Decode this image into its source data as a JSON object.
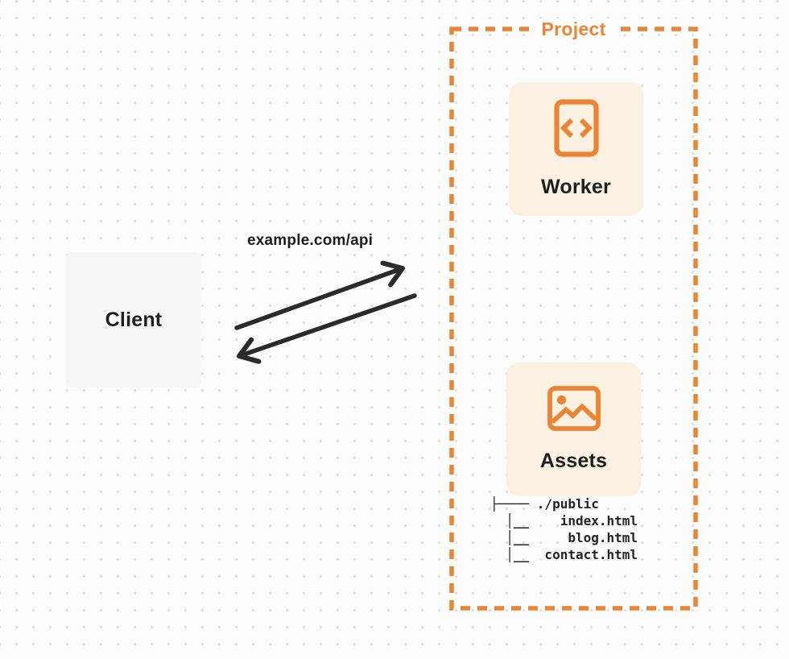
{
  "colors": {
    "accent": "#EB8433",
    "card-bg": "#FBF1E3",
    "client-bg": "#F7F7F7",
    "ink": "#1F1F1F",
    "arrow": "#2B2B2B",
    "page-bg": "#FCFCFC",
    "dot": "#E3E3E3"
  },
  "client": {
    "label": "Client"
  },
  "request": {
    "url": "example.com/api"
  },
  "project": {
    "label": "Project",
    "worker": {
      "label": "Worker",
      "icon": "code-file-icon"
    },
    "assets": {
      "label": "Assets",
      "icon": "image-icon",
      "file_tree": {
        "lines": [
          "├──── ./public",
          "  │__    index.html",
          "  │__     blog.html",
          "  │__  contact.html"
        ]
      }
    }
  }
}
